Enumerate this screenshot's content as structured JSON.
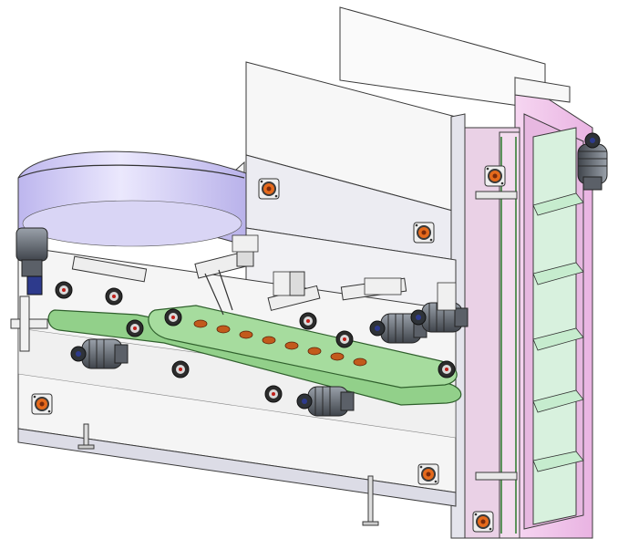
{
  "colors": {
    "background": "#ffffff",
    "panel": "#f4f4f4",
    "panel_shadow": "#d9d9e3",
    "bowl_inner": "#c9c4ef",
    "bowl_outer": "#e6e3fb",
    "elevator_frame": "#f1c9ec",
    "elevator_flight": "#c9ecd2",
    "belt": "#92d08a",
    "belt_dark": "#4f9a4a",
    "motor": "#6f7680",
    "motor_dark": "#3c4148",
    "bearing_orange": "#e56a1c",
    "bearing_red": "#b8201b",
    "accent_line": "#2d3a8c"
  },
  "icons": {
    "motor": "geared-motor-icon",
    "bearing": "flange-bearing-icon",
    "roller": "idler-roller-icon"
  },
  "components": {
    "bowl": "feeding-bowl",
    "elevator": "bucket-elevator",
    "conveyor": "belt-conveyor",
    "frame": "support-frame"
  }
}
